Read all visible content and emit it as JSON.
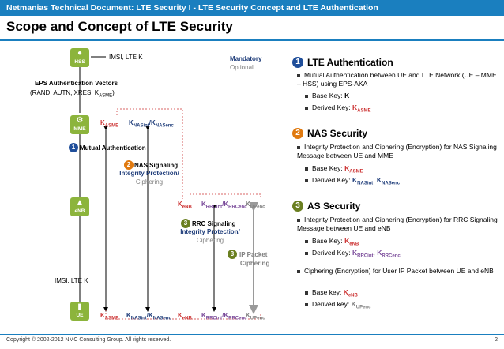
{
  "header": {
    "text": "Netmanias Technical Document: LTE Security I - LTE Security Concept and LTE Authentication"
  },
  "title": "Scope and Concept of LTE Security",
  "colors": {
    "brand": "#1a7fbf",
    "node": "#8cb43c",
    "key_red": "#cc3333",
    "key_navy": "#1f3d7a",
    "key_purple": "#7a4b9a",
    "mandatory": "#1f3d7a",
    "optional": "#7f7f7f"
  },
  "diagram": {
    "nodes": {
      "hss": "HSS",
      "mme": "MME",
      "enb": "eNB",
      "ue": "UE"
    },
    "node_icons": {
      "hss": "database-icon",
      "mme": "gear-icon",
      "enb": "antenna-icon",
      "ue": "phone-icon"
    },
    "imsi_hss": "IMSI, LTE K",
    "imsi_ue": "IMSI, LTE K",
    "eps_vectors_title": "EPS Authentication Vectors",
    "eps_vectors_body": "(RAND, AUTN, XRES, K",
    "eps_vectors_sub": "ASME",
    "eps_vectors_close": ")",
    "legend": {
      "mandatory": "Mandatory",
      "optional": "Optional"
    },
    "badges": {
      "one": "1",
      "two": "2",
      "three": "3"
    },
    "mutual_auth": "Mutual Authentication",
    "nas": {
      "line1": "NAS Signaling",
      "line2": "Integrity Protection/",
      "line3": "Ciphering"
    },
    "rrc": {
      "line1": "RRC Signaling",
      "line2": "Integrity Protection/",
      "line3": "Ciphering"
    },
    "ip": {
      "line1": "IP Packet",
      "line2": "Ciphering"
    },
    "keys": {
      "k": "K",
      "slash": "/",
      "asme": "ASME",
      "nasint": "NASint",
      "nasenc": "NASenc",
      "enb": "eNB",
      "rrcint": "RRCint",
      "rrcenc": "RRCenc",
      "upenc": "UPenc"
    }
  },
  "right_panel": {
    "sections": [
      {
        "badge": "1",
        "heading": "LTE Authentication",
        "bullet": "Mutual Authentication between UE and LTE Network (UE – MME – HSS) using EPS-AKA",
        "base_label": "Base Key: ",
        "base_key": "K",
        "base_sub": "",
        "derived_label": "Derived Key: ",
        "derived_key": "K",
        "derived_sub": "ASME"
      },
      {
        "badge": "2",
        "heading": "NAS Security",
        "bullet": "Integrity Protection and Ciphering (Encryption) for NAS Signaling Message between UE and MME",
        "base_label": "Base Key: ",
        "base_key": "K",
        "base_sub": "ASME",
        "derived_label": "Derived Key: ",
        "derived_key": "K",
        "derived_sub": "NASint",
        "derived_sep": ", ",
        "derived_key2": "K",
        "derived_sub2": "NASenc"
      },
      {
        "badge": "3",
        "heading": "AS Security",
        "bullet": "Integrity Protection and Ciphering (Encryption) for RRC Signaling Message between UE and eNB",
        "base_label": "Base Key: ",
        "base_key": "K",
        "base_sub": "eNB",
        "derived_label": "Derived Key: ",
        "derived_key": "K",
        "derived_sub": "RRCint",
        "derived_sep": ", ",
        "derived_key2": "K",
        "derived_sub2": "RRCenc",
        "bullet2": "Ciphering (Encryption) for User IP Packet between UE and eNB",
        "base2_label": "Base key: ",
        "base2_key": "K",
        "base2_sub": "eNB",
        "derived2_label": "Derived key: ",
        "derived2_key": "K",
        "derived2_sub": "UPenc"
      }
    ]
  },
  "footer": {
    "copyright": "Copyright © 2002-2012 NMC Consulting Group. All rights reserved.",
    "page": "2"
  }
}
